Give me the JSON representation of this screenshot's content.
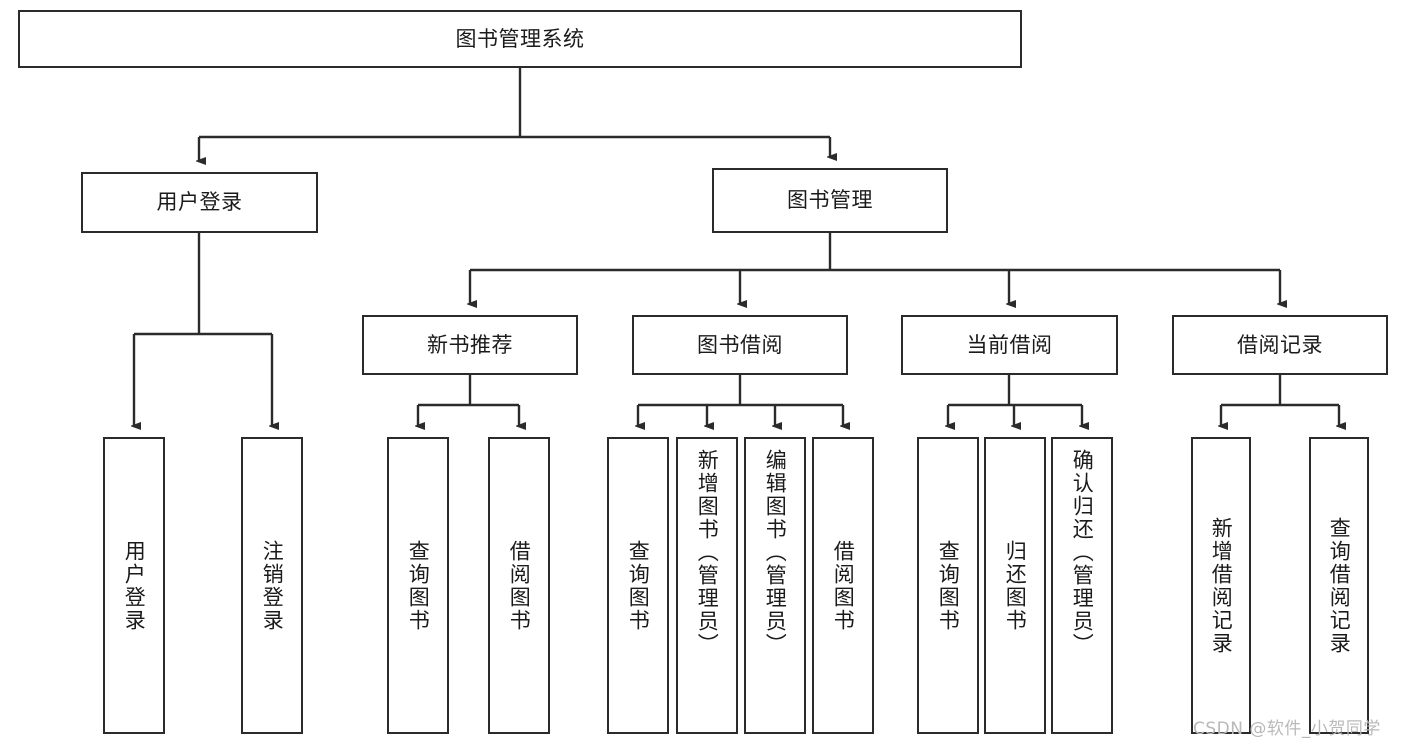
{
  "diagram": {
    "type": "hierarchy-tree",
    "title": "图书管理系统",
    "root": {
      "label": "图书管理系统"
    },
    "level2": [
      {
        "label": "用户登录"
      },
      {
        "label": "图书管理"
      }
    ],
    "level3": [
      {
        "label": "新书推荐"
      },
      {
        "label": "图书借阅"
      },
      {
        "label": "当前借阅"
      },
      {
        "label": "借阅记录"
      }
    ],
    "leaves": {
      "user_login": [
        {
          "label": "用户登录"
        },
        {
          "label": "注销登录"
        }
      ],
      "new_book_recommend": [
        {
          "label": "查询图书"
        },
        {
          "label": "借阅图书"
        }
      ],
      "book_borrow": [
        {
          "label": "查询图书"
        },
        {
          "label": "新增图书（管理员）"
        },
        {
          "label": "编辑图书（管理员）"
        },
        {
          "label": "借阅图书"
        }
      ],
      "current_borrow": [
        {
          "label": "查询图书"
        },
        {
          "label": "归还图书"
        },
        {
          "label": "确认归还（管理员）"
        }
      ],
      "borrow_record": [
        {
          "label": "新增借阅记录"
        },
        {
          "label": "查询借阅记录"
        }
      ]
    },
    "colors": {
      "stroke": "#2b2b2b",
      "fill": "#ffffff",
      "text": "#1b1b1b",
      "watermark": "#b9b9b9"
    }
  },
  "watermark": {
    "text": "CSDN @软件_小贺同学"
  }
}
